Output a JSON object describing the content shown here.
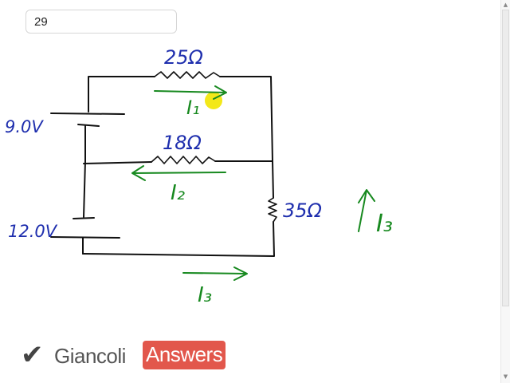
{
  "page_number": "29",
  "brand": {
    "word1": "Giancoli",
    "word2": "Answers",
    "check_icon": "check-icon",
    "accent": "#e2574c"
  },
  "colors": {
    "wire": "#111111",
    "blue_labels": "#1f2fae",
    "green_labels": "#17891f",
    "highlight": "#f2e600"
  },
  "labels": {
    "batt_top": "9.0V",
    "batt_bottom": "12.0V",
    "r_top": "25Ω",
    "r_mid": "18Ω",
    "r_right": "35Ω",
    "i1": "I₁",
    "i2": "I₂",
    "i3_right": "I₃",
    "i3_bottom": "I₃"
  }
}
